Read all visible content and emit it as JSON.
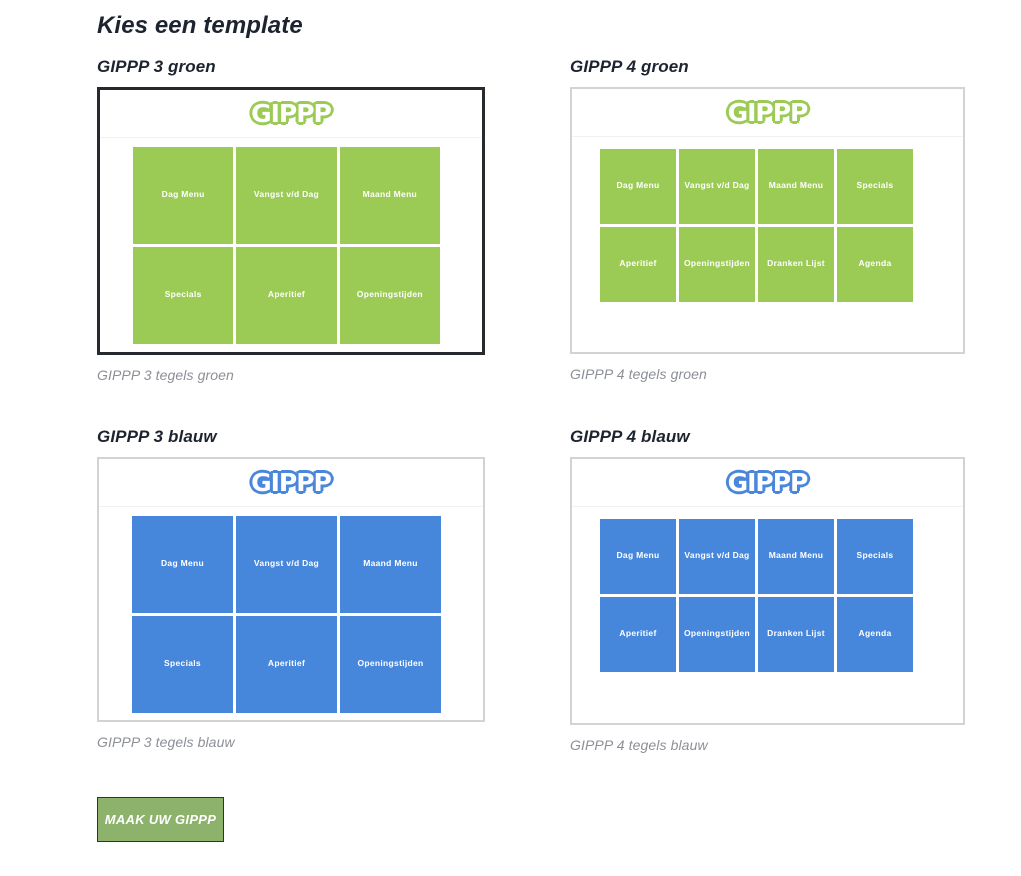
{
  "page": {
    "title": "Kies een template"
  },
  "logo_text": "GIPPP",
  "colors": {
    "green_tile": "#9ccb55",
    "blue_tile": "#4687dc",
    "selected_border": "#26292e",
    "card_border": "#d3d3d3",
    "caption_text": "#8c8f96",
    "heading_text": "#1d2430",
    "button_fill": "#8db26b"
  },
  "templates": [
    {
      "id": "gippp-3-groen",
      "heading": "GIPPP 3 groen",
      "caption": "GIPPP 3 tegels groen",
      "color": "green",
      "columns": 3,
      "selected": true,
      "tiles": [
        "Dag Menu",
        "Vangst v/d Dag",
        "Maand Menu",
        "Specials",
        "Aperitief",
        "Openingstijden"
      ]
    },
    {
      "id": "gippp-4-groen",
      "heading": "GIPPP 4 groen",
      "caption": "GIPPP 4 tegels groen",
      "color": "green",
      "columns": 4,
      "selected": false,
      "tiles": [
        "Dag Menu",
        "Vangst v/d Dag",
        "Maand Menu",
        "Specials",
        "Aperitief",
        "Openingstijden",
        "Dranken Lijst",
        "Agenda"
      ]
    },
    {
      "id": "gippp-3-blauw",
      "heading": "GIPPP 3 blauw",
      "caption": "GIPPP 3 tegels blauw",
      "color": "blue",
      "columns": 3,
      "selected": false,
      "tiles": [
        "Dag Menu",
        "Vangst v/d Dag",
        "Maand Menu",
        "Specials",
        "Aperitief",
        "Openingstijden"
      ]
    },
    {
      "id": "gippp-4-blauw",
      "heading": "GIPPP 4 blauw",
      "caption": "GIPPP 4 tegels blauw",
      "color": "blue",
      "columns": 4,
      "selected": false,
      "tiles": [
        "Dag Menu",
        "Vangst v/d Dag",
        "Maand Menu",
        "Specials",
        "Aperitief",
        "Openingstijden",
        "Dranken Lijst",
        "Agenda"
      ]
    }
  ],
  "cta": {
    "label": "MAAK UW GIPPP"
  }
}
